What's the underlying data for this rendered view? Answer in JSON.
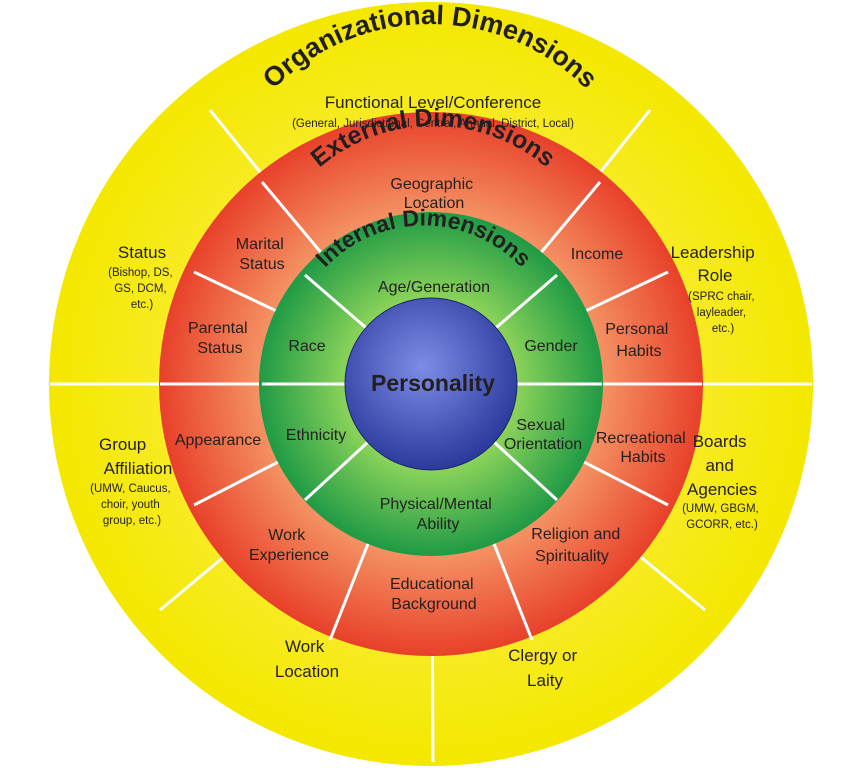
{
  "colors": {
    "outer_ring": "#f4e800",
    "outer_ring_center": "#fff27a",
    "external_ring": "#e8402a",
    "external_ring_center": "#f7a470",
    "internal_ring": "#1f9a45",
    "internal_ring_center": "#8bd35a",
    "core": "#2b3a9c",
    "core_center": "#7d8de6",
    "divider": "#ffffff",
    "text": "#231f20"
  },
  "center": {
    "label": "Personality"
  },
  "rings": {
    "organizational": {
      "title": "Organizational Dimensions",
      "subtitle": "Functional Level/Conference",
      "subnote": "(General, Jurisdictional, Central, Annual, District, Local)",
      "status": {
        "label": "Status",
        "note": [
          "(Bishop, DS,",
          "GS, DCM,",
          "etc.)"
        ]
      },
      "leadership": {
        "label": [
          "Leadership",
          "Role"
        ],
        "note": [
          "(SPRC chair,",
          "layleader,",
          "etc.)"
        ]
      },
      "group": {
        "label": [
          "Group",
          "Affiliation"
        ],
        "note": [
          "(UMW, Caucus,",
          "choir, youth",
          "group, etc.)"
        ]
      },
      "boards": {
        "label": [
          "Boards",
          "and",
          "Agencies"
        ],
        "note": [
          "(UMW, GBGM,",
          "GCORR, etc.)"
        ]
      },
      "work_location": {
        "label": [
          "Work",
          "Location"
        ]
      },
      "clergy": {
        "label": [
          "Clergy or",
          "Laity"
        ]
      }
    },
    "external": {
      "title": "External Dimensions",
      "geographic": [
        "Geographic",
        "Location"
      ],
      "income": "Income",
      "personal_habits": [
        "Personal",
        "Habits"
      ],
      "recreational_habits": [
        "Recreational",
        "Habits"
      ],
      "religion": [
        "Religion and",
        "Spirituality"
      ],
      "education": [
        "Educational",
        "Background"
      ],
      "work_experience": [
        "Work",
        "Experience"
      ],
      "appearance": "Appearance",
      "parental_status": [
        "Parental",
        "Status"
      ],
      "marital_status": [
        "Marital",
        "Status"
      ]
    },
    "internal": {
      "title": "Internal Dimensions",
      "age": "Age/Generation",
      "gender": "Gender",
      "sexual_orientation": [
        "Sexual",
        "Orientation"
      ],
      "physical_mental": [
        "Physical/Mental",
        "Ability"
      ],
      "ethnicity": "Ethnicity",
      "race": "Race"
    }
  }
}
